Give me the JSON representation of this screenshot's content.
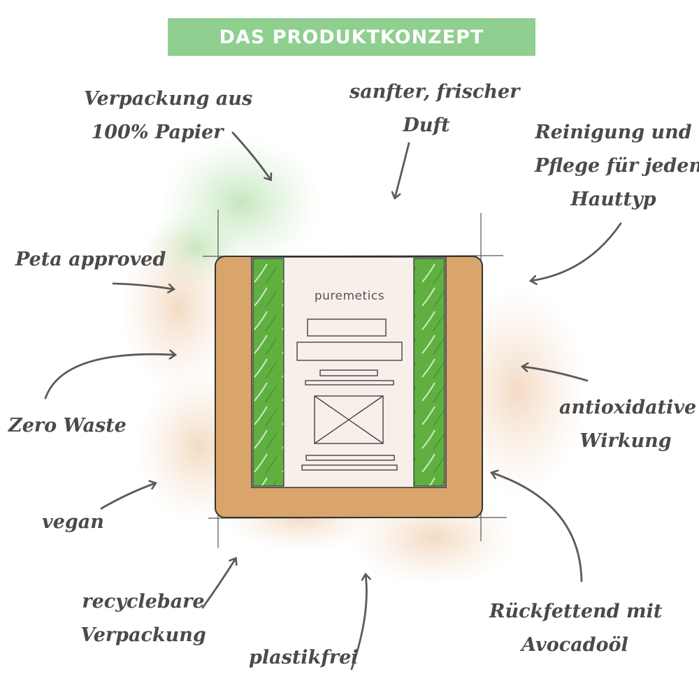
{
  "header": {
    "title": "DAS PRODUKTKONZEPT"
  },
  "product": {
    "brand": "puremetics"
  },
  "labels": {
    "verpackung": {
      "line1": "Verpackung aus",
      "line2": "100% Papier"
    },
    "duft": {
      "line1": "sanfter, frischer",
      "line2": "Duft"
    },
    "reinigung": {
      "line1": "Reinigung und",
      "line2": "Pflege für jeden",
      "line3": "Hauttyp"
    },
    "peta": "Peta approved",
    "zero_waste": "Zero Waste",
    "antioxidativ": {
      "line1": "antioxidative",
      "line2": "Wirkung"
    },
    "vegan": "vegan",
    "recyclebar": {
      "line1": "recyclebare",
      "line2": "Verpackung"
    },
    "plastikfrei": "plastikfrei",
    "rueckfettend": {
      "line1": "Rückfettend mit",
      "line2": "Avocadoöl"
    }
  },
  "colors": {
    "banner": "#8fcf8f",
    "kraft_paper": "#d9a56a",
    "leaf_green": "#5fb040",
    "label_paper": "#f8eeea",
    "ink": "#4a4a4a",
    "watercolor_green": "#c9e9c3",
    "watercolor_beige": "#f2d9c0"
  }
}
